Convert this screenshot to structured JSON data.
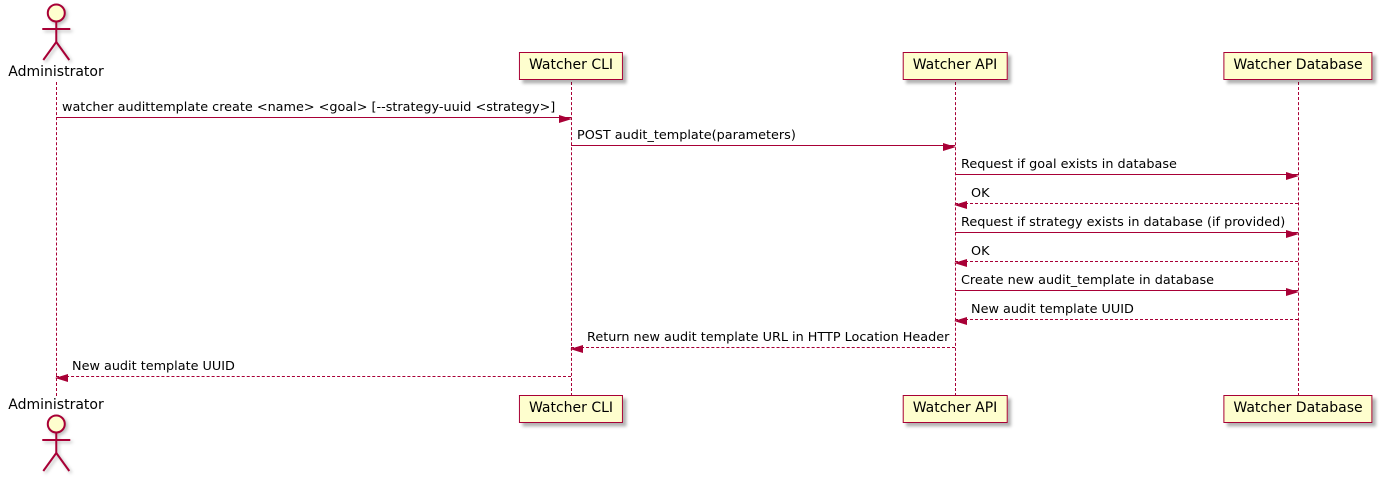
{
  "diagram_type": "sequence",
  "colors": {
    "stroke": "#A80036",
    "participant_fill": "#FEFECE",
    "background": "#FFFFFF",
    "text": "#000000"
  },
  "participants": [
    {
      "id": "administrator",
      "type": "actor",
      "label": "Administrator"
    },
    {
      "id": "cli",
      "type": "participant",
      "label": "Watcher CLI"
    },
    {
      "id": "api",
      "type": "participant",
      "label": "Watcher API"
    },
    {
      "id": "db",
      "type": "participant",
      "label": "Watcher Database"
    }
  ],
  "messages": [
    {
      "from": "administrator",
      "to": "cli",
      "line": "solid",
      "label": "watcher audittemplate create <name> <goal> [--strategy-uuid <strategy>]"
    },
    {
      "from": "cli",
      "to": "api",
      "line": "solid",
      "label": "POST audit_template(parameters)"
    },
    {
      "from": "api",
      "to": "db",
      "line": "solid",
      "label": "Request if goal exists in database"
    },
    {
      "from": "db",
      "to": "api",
      "line": "dashed",
      "label": "OK"
    },
    {
      "from": "api",
      "to": "db",
      "line": "solid",
      "label": "Request if strategy exists in database (if provided)"
    },
    {
      "from": "db",
      "to": "api",
      "line": "dashed",
      "label": "OK"
    },
    {
      "from": "api",
      "to": "db",
      "line": "solid",
      "label": "Create new audit_template in database"
    },
    {
      "from": "db",
      "to": "api",
      "line": "dashed",
      "label": "New audit template UUID"
    },
    {
      "from": "api",
      "to": "cli",
      "line": "dashed",
      "label": "Return new audit template URL in HTTP Location Header"
    },
    {
      "from": "cli",
      "to": "administrator",
      "line": "dashed",
      "label": "New audit template UUID"
    }
  ]
}
